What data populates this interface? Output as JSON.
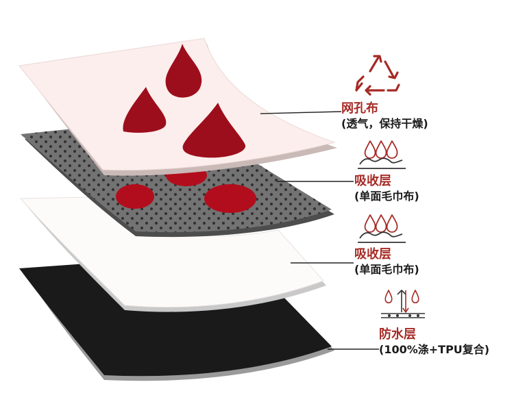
{
  "layers": [
    {
      "id": "mesh",
      "title": "网孔布",
      "subtitle": "(透气，保持干燥)",
      "icon": "recycle-arrows-icon",
      "fill": "#fbeeec",
      "droplet_color": "#9d0e1c",
      "accent_color": "#a62a25"
    },
    {
      "id": "absorb-1",
      "title": "吸收层",
      "subtitle": "(单面毛巾布)",
      "icon": "absorbing-drops-icon",
      "fill": "#737373",
      "dot_color": "#2b2b2b",
      "blob_color": "#b20d1c"
    },
    {
      "id": "absorb-2",
      "title": "吸收层",
      "subtitle": "(单面毛巾布)",
      "icon": "absorbing-drops-icon",
      "fill": "#fdfbfa"
    },
    {
      "id": "waterproof",
      "title": "防水层",
      "subtitle": "(100%涤+TPU复合)",
      "icon": "waterproof-barrier-icon",
      "fill": "#1a1a1a"
    }
  ]
}
